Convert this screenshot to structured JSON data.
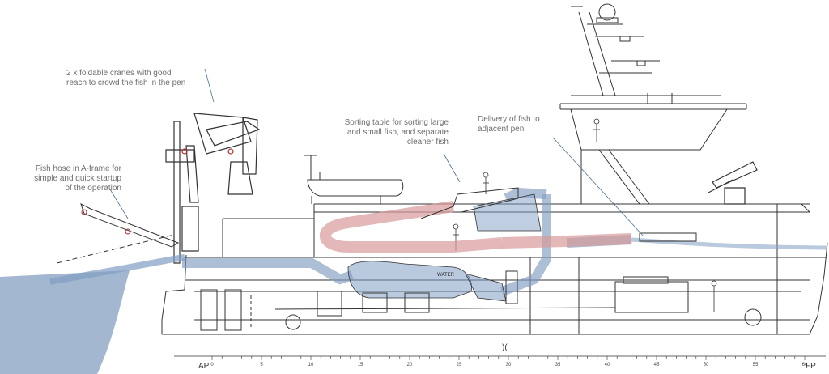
{
  "callouts": {
    "cranes": "2 x foldable cranes with good\nreach to crowd the fish in the pen",
    "fish_hose": "Fish hose in A-frame for\nsimple and quick startup\nof the operation",
    "sorting_table": "Sorting table for sorting large\nand small fish, and separate\ncleaner fish",
    "delivery": "Delivery of fish to\nadjacent pen"
  },
  "equipment_labels": {
    "tank": "WATER"
  },
  "frame_scale": {
    "aft_mark": "AP",
    "fore_mark": "FP",
    "ticks": [
      "0",
      "5",
      "10",
      "15",
      "20",
      "25",
      "30",
      "35",
      "40",
      "45",
      "50",
      "55",
      "60"
    ]
  },
  "colors": {
    "fish_transport_pipe": "#7f9dc2",
    "sorting_chute": "#d99a9a",
    "sea": "#a3b7d1",
    "drawing_lines": "#333333"
  }
}
